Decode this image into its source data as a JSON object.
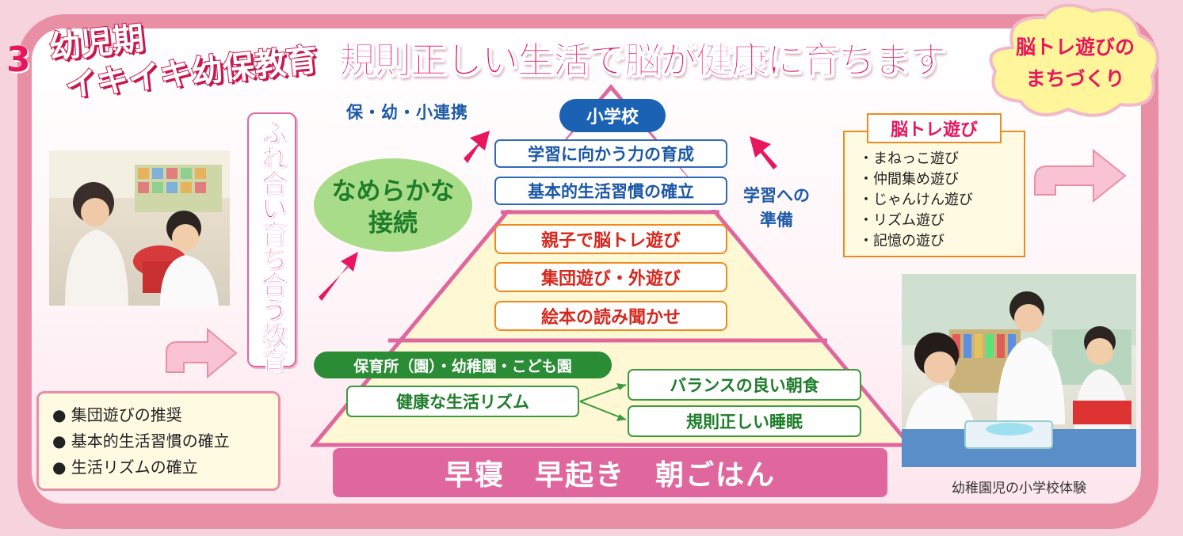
{
  "section": {
    "number": "3",
    "title_line1": "幼児期",
    "title_line2": "イキイキ幼保教育"
  },
  "main_title": "規則正しい生活で脳が健康に育ちます",
  "cloud_text": [
    "脳トレ遊びの",
    "まちづくり"
  ],
  "liaison": "保・幼・小連携",
  "learning_prep": [
    "学習への",
    "準備"
  ],
  "elementary_school": "小学校",
  "elementary_items": [
    "学習に向かう力の育成",
    "基本的生活習慣の確立"
  ],
  "smooth_connection": [
    "なめらかな",
    "接続"
  ],
  "vertical_label": "ふれ合い育ち合う教育",
  "kindergarten_items": [
    "親子で脳トレ遊び",
    "集団遊び・外遊び",
    "絵本の読み聞かせ"
  ],
  "nursery_label": "保育所（園）・幼稚園・こども園",
  "health": {
    "rhythm": "健康な生活リズム",
    "breakfast": "バランスの良い朝食",
    "sleep": "規則正しい睡眠"
  },
  "base_bar": "早寝　早起き　朝ごはん",
  "brain_training": {
    "title": "脳トレ遊び",
    "items": [
      "・まねっこ遊び",
      "・仲間集め遊び",
      "・じゃんけん遊び",
      "・リズム遊び",
      "・記憶の遊び"
    ]
  },
  "left_list": [
    "● 集団遊びの推奨",
    "● 基本的生活習慣の確立",
    "● 生活リズムの確立"
  ],
  "photo_caption": "幼稚園児の小学校体験",
  "colors": {
    "frame_pink": "#e98fa5",
    "title_magenta": "#e8175d",
    "school_blue": "#1b62b5",
    "nursery_green": "#2a8d36",
    "kinder_orange": "#f08a1e"
  }
}
